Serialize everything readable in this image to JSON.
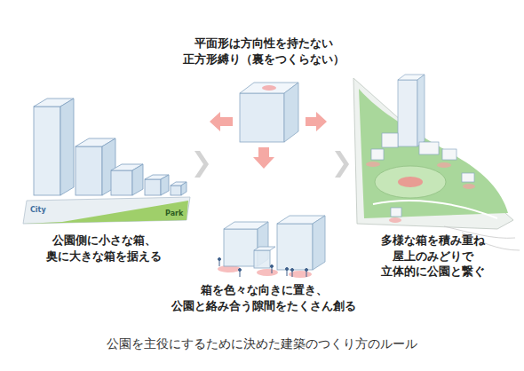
{
  "diagram": {
    "caption": "公園を主役にするために決めた建築のつくり方のルール",
    "labels": [
      "平面形は方向性を持たない 正方形縛り（裏をつくらない）",
      "City",
      "Park",
      "公園側に小さな箱、 奥に大きな箱を据える",
      "箱を色々な向きに置き、 公園と絡み合う隙間をたくさん創る",
      "多様な箱を積み重ね 屋上のみどりで 立体的に公園と繋ぐ"
    ]
  }
}
